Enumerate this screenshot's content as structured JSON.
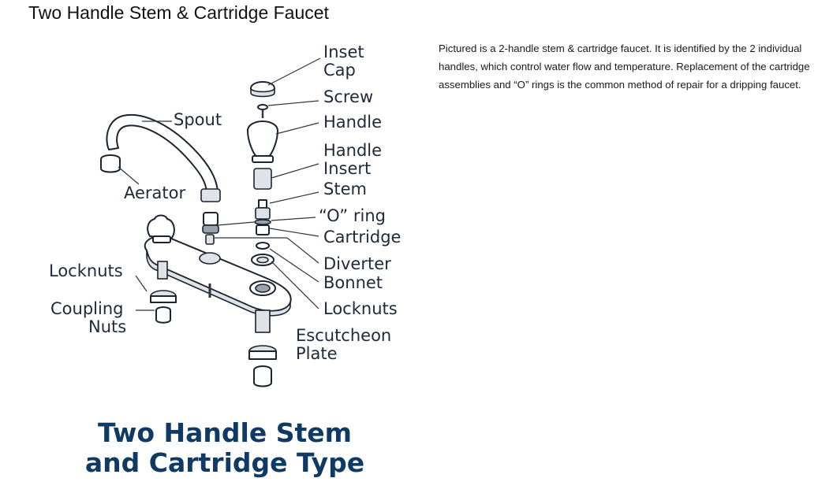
{
  "page_title": "Two Handle Stem & Cartridge Faucet",
  "description": "Pictured is a 2-handle stem & cartridge faucet. It is identified by the 2 individual handles, which control water flow and temperature. Replacement of the cartridge assemblies and “O” rings is the common method of repair for a dripping faucet.",
  "diagram": {
    "labels": {
      "inset_cap_1": "Inset",
      "inset_cap_2": "Cap",
      "screw": "Screw",
      "handle": "Handle",
      "handle_insert_1": "Handle",
      "handle_insert_2": "Insert",
      "stem": "Stem",
      "o_ring": "“O” ring",
      "cartridge": "Cartridge",
      "diverter": "Diverter",
      "bonnet": "Bonnet",
      "locknuts_right": "Locknuts",
      "escutcheon_1": "Escutcheon",
      "escutcheon_2": "Plate",
      "spout": "Spout",
      "aerator": "Aerator",
      "locknuts_left": "Locknuts",
      "coupling_1": "Coupling",
      "coupling_2": "Nuts"
    },
    "caption_line1": "Two Handle Stem",
    "caption_line2": "and Cartridge Type"
  }
}
